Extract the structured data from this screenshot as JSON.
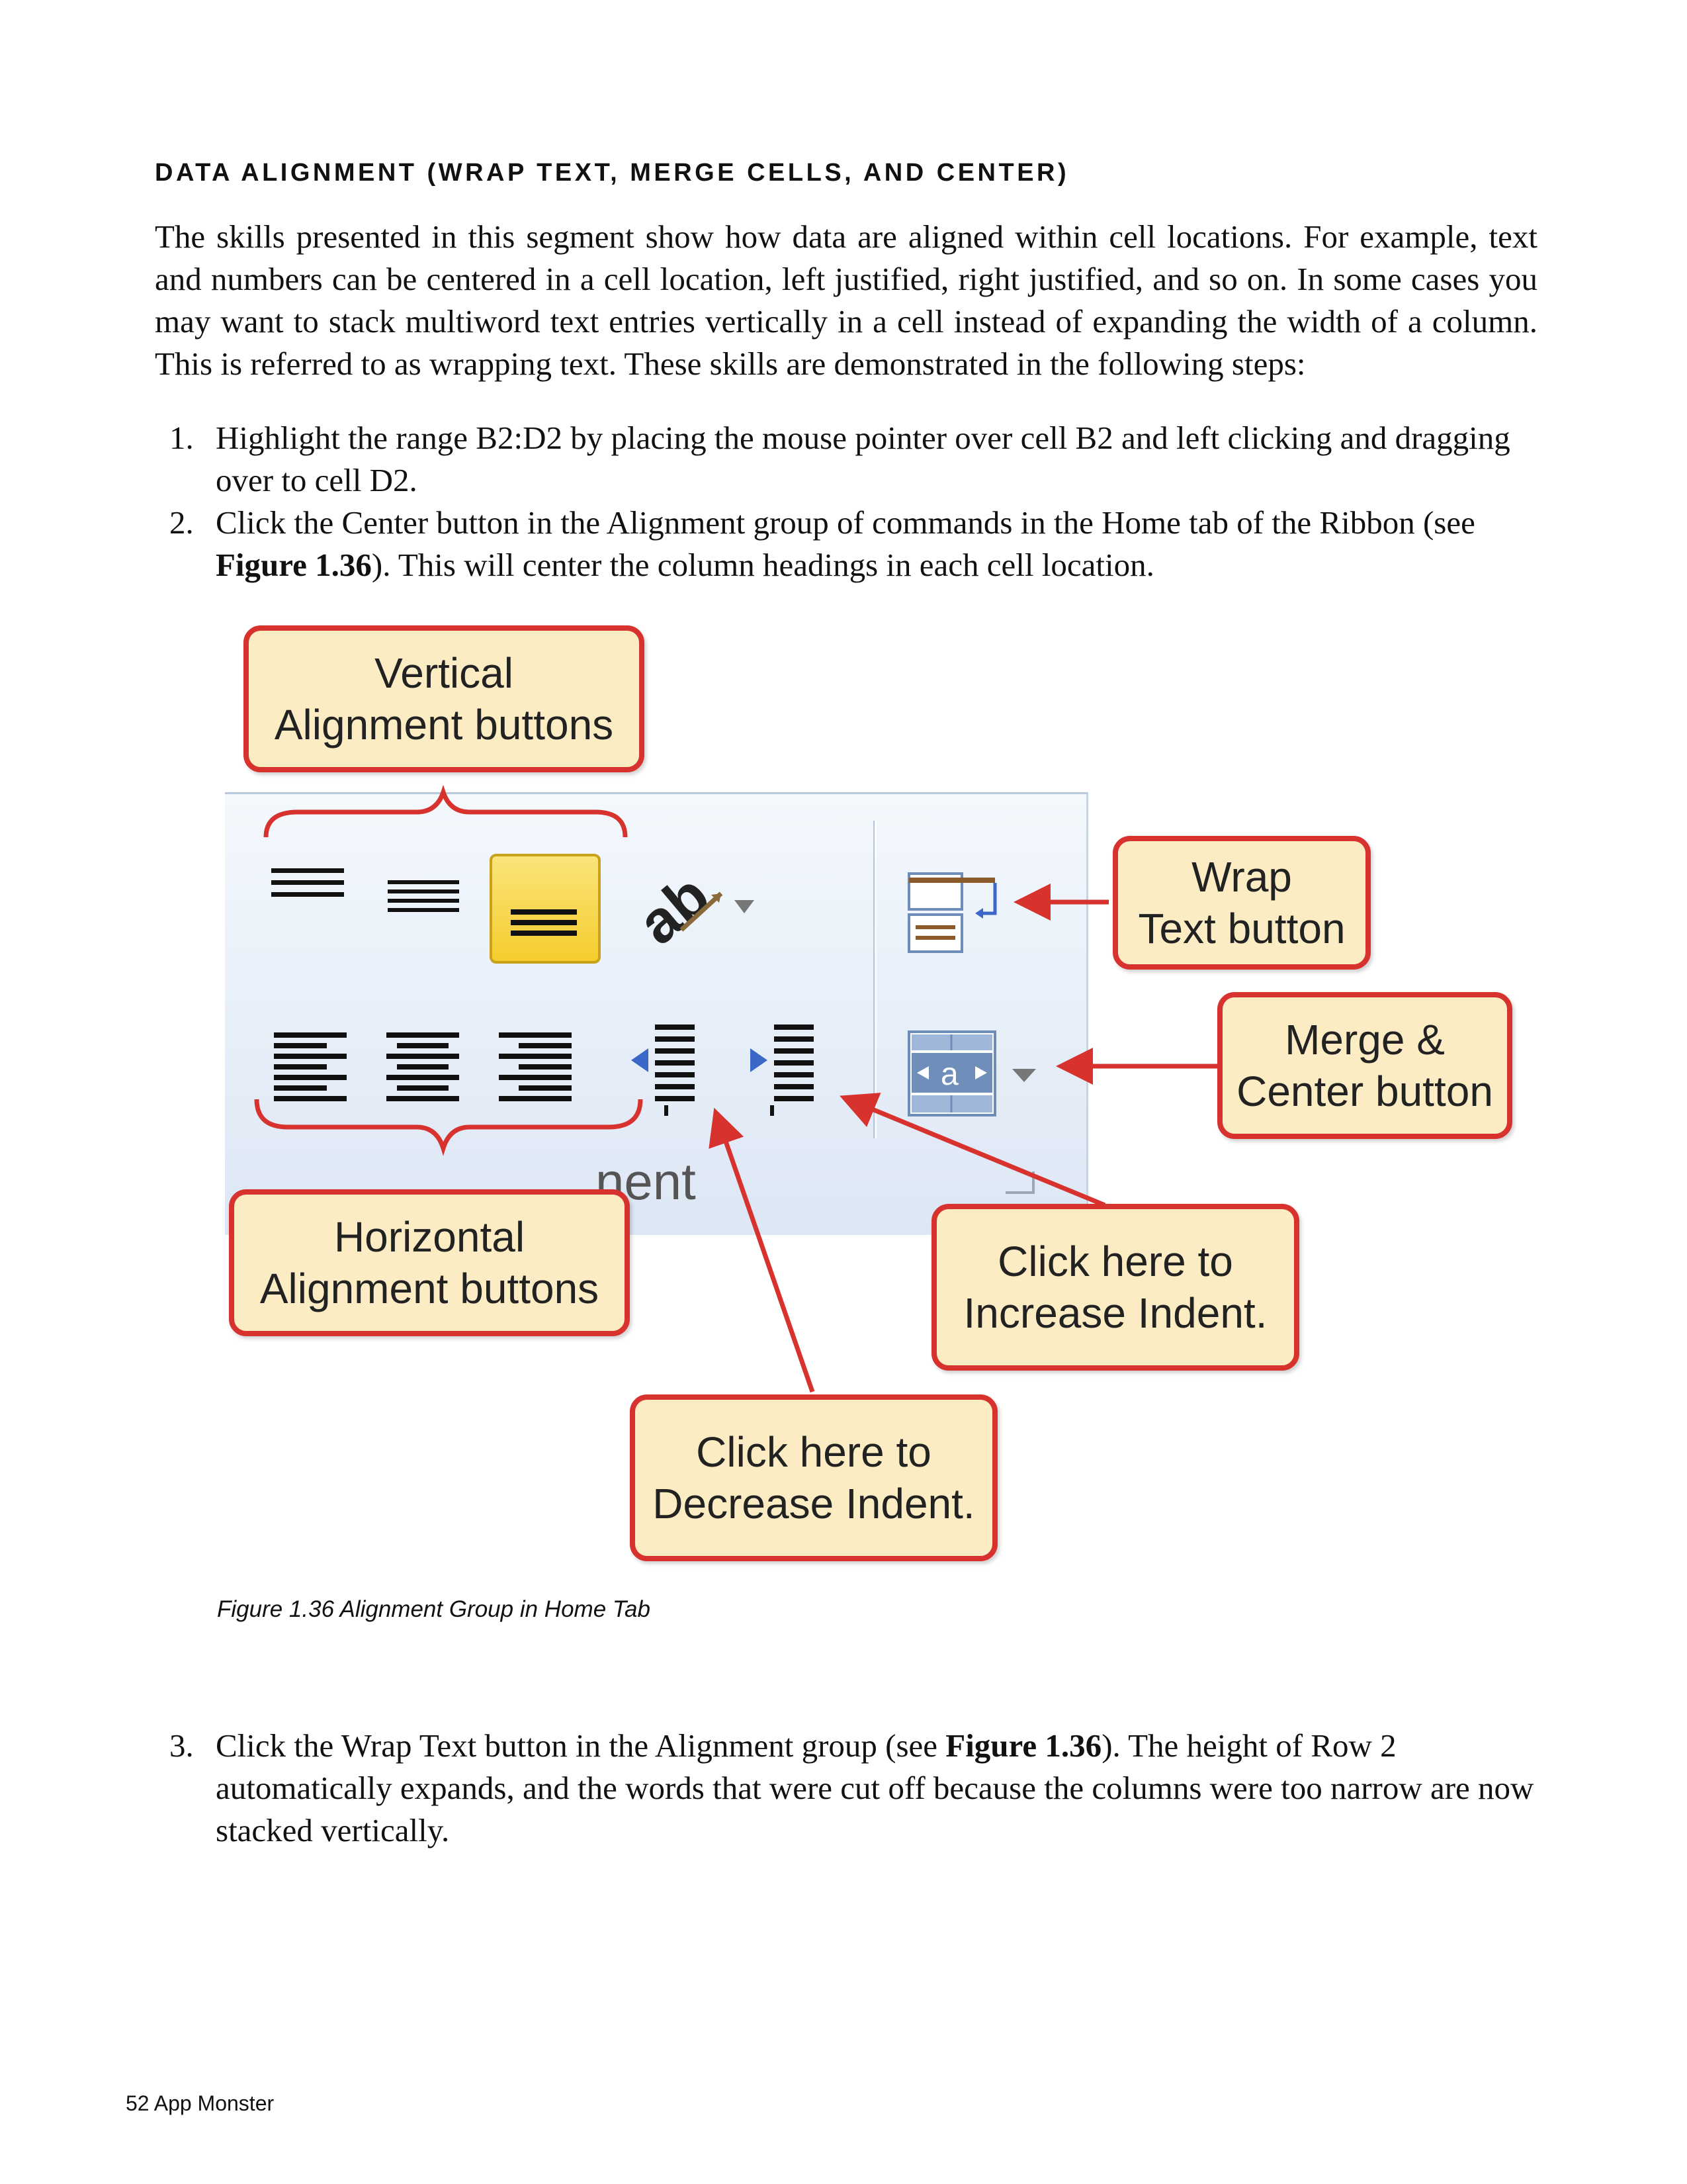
{
  "section": {
    "heading": "DATA ALIGNMENT (WRAP TEXT, MERGE CELLS, AND CENTER)",
    "paragraph": "The skills presented in this segment show how data are aligned within cell locations. For example, text and numbers can be centered in a cell location, left justified, right justified, and so on. In some cases you may want to stack multiword text entries vertically in a cell instead of expanding the width of a column. This is referred to as wrapping text. These skills are demonstrated in the following steps:"
  },
  "steps": [
    {
      "num": "1.",
      "text": "Highlight the range B2:D2 by placing the mouse pointer over cell B2 and left clicking and dragging over to cell D2."
    },
    {
      "num": "2.",
      "pre": "Click the Center button in the Alignment group of commands in the Home tab of the Ribbon (see ",
      "bold": "Figure 1.36",
      "post": "). This will center the column headings in each cell location."
    },
    {
      "num": "3.",
      "pre": "Click the Wrap Text button in the Alignment group (see ",
      "bold": "Figure 1.36",
      "post": "). The height of Row 2 automatically expands, and the words that were cut off because the columns were too narrow are now stacked vertically."
    }
  ],
  "figure": {
    "group_label_fragment": "nent",
    "callouts": {
      "vertical": "Vertical\nAlignment buttons",
      "horizontal": "Horizontal\nAlignment buttons",
      "wrap": "Wrap\nText button",
      "merge": "Merge &\nCenter button",
      "increase": "Click here to\nIncrease Indent.",
      "decrease": "Click here to\nDecrease Indent."
    },
    "merge_icon_text": "a",
    "caption": "Figure 1.36 Alignment Group in Home Tab"
  },
  "footer": {
    "page": "52 App Monster"
  },
  "colors": {
    "callout_border": "#d8322e",
    "callout_fill": "#fcecc4",
    "selected_button": "#f5cd2e"
  }
}
